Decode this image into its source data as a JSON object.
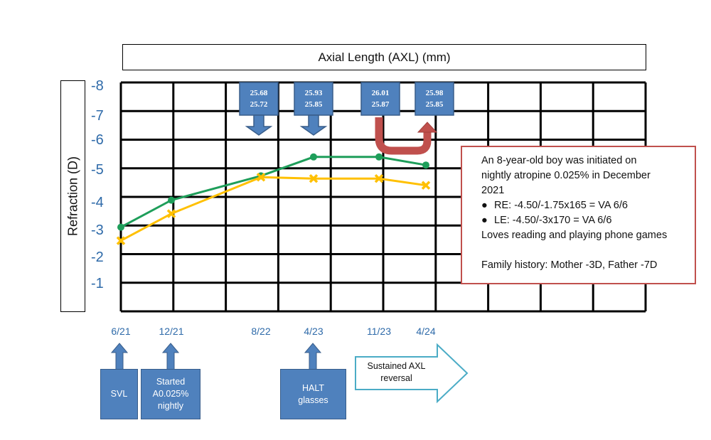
{
  "colors": {
    "grid": "#000000",
    "re_series": "#1e9e5a",
    "le_series": "#ffc000",
    "axis_text": "#2e6aa9",
    "callout_fill": "#4f81bd",
    "callout_stroke": "#385d8a",
    "reversal_arrow": "#c0504d",
    "info_border": "#c0504d",
    "outline_arrow": "#4bacc6"
  },
  "chart_data": {
    "type": "line",
    "title": "Axial Length (AXL) (mm)",
    "ylabel": "Refraction (D)",
    "y_tick_labels": [
      "-8",
      "-7",
      "-6",
      "-5",
      "-4",
      "-3",
      "-2",
      "-1"
    ],
    "x_tick_labels": [
      "6/21",
      "12/21",
      "8/22",
      "4/23",
      "11/23",
      "4/24"
    ],
    "series": [
      {
        "role": "green",
        "markers": "circle",
        "values": [
          -2.8,
          -3.8,
          -4.7,
          -5.4,
          -5.4,
          -5.1
        ]
      },
      {
        "role": "yellow",
        "markers": "x",
        "values": [
          -2.3,
          -3.3,
          -4.65,
          -4.6,
          -4.6,
          -4.35
        ]
      }
    ],
    "axl_callouts": [
      {
        "at": "8/22",
        "line1": "25.68",
        "line2": "25.72"
      },
      {
        "at": "4/23",
        "line1": "25.93",
        "line2": "25.85"
      },
      {
        "at": "11/23",
        "line1": "26.01",
        "line2": "25.87"
      },
      {
        "at": "4/24",
        "line1": "25.98",
        "line2": "25.85"
      }
    ],
    "grid": true
  },
  "info": {
    "line1": "An 8-year-old boy was initiated on",
    "line2": "nightly atropine 0.025% in December",
    "line3": "2021",
    "re": "RE: -4.50/-1.75x165 = VA 6/6",
    "le": "LE: -4.50/-3x170 = VA 6/6",
    "line4": "Loves reading and playing phone games",
    "family": "Family history: Mother -3D, Father -7D",
    "bullet": "●"
  },
  "events": {
    "svl": "SVL",
    "started_1": "Started",
    "started_2": "A0.025%",
    "started_3": "nightly",
    "halt_1": "HALT",
    "halt_2": "glasses",
    "reversal_1": "Sustained AXL",
    "reversal_2": "reversal"
  }
}
